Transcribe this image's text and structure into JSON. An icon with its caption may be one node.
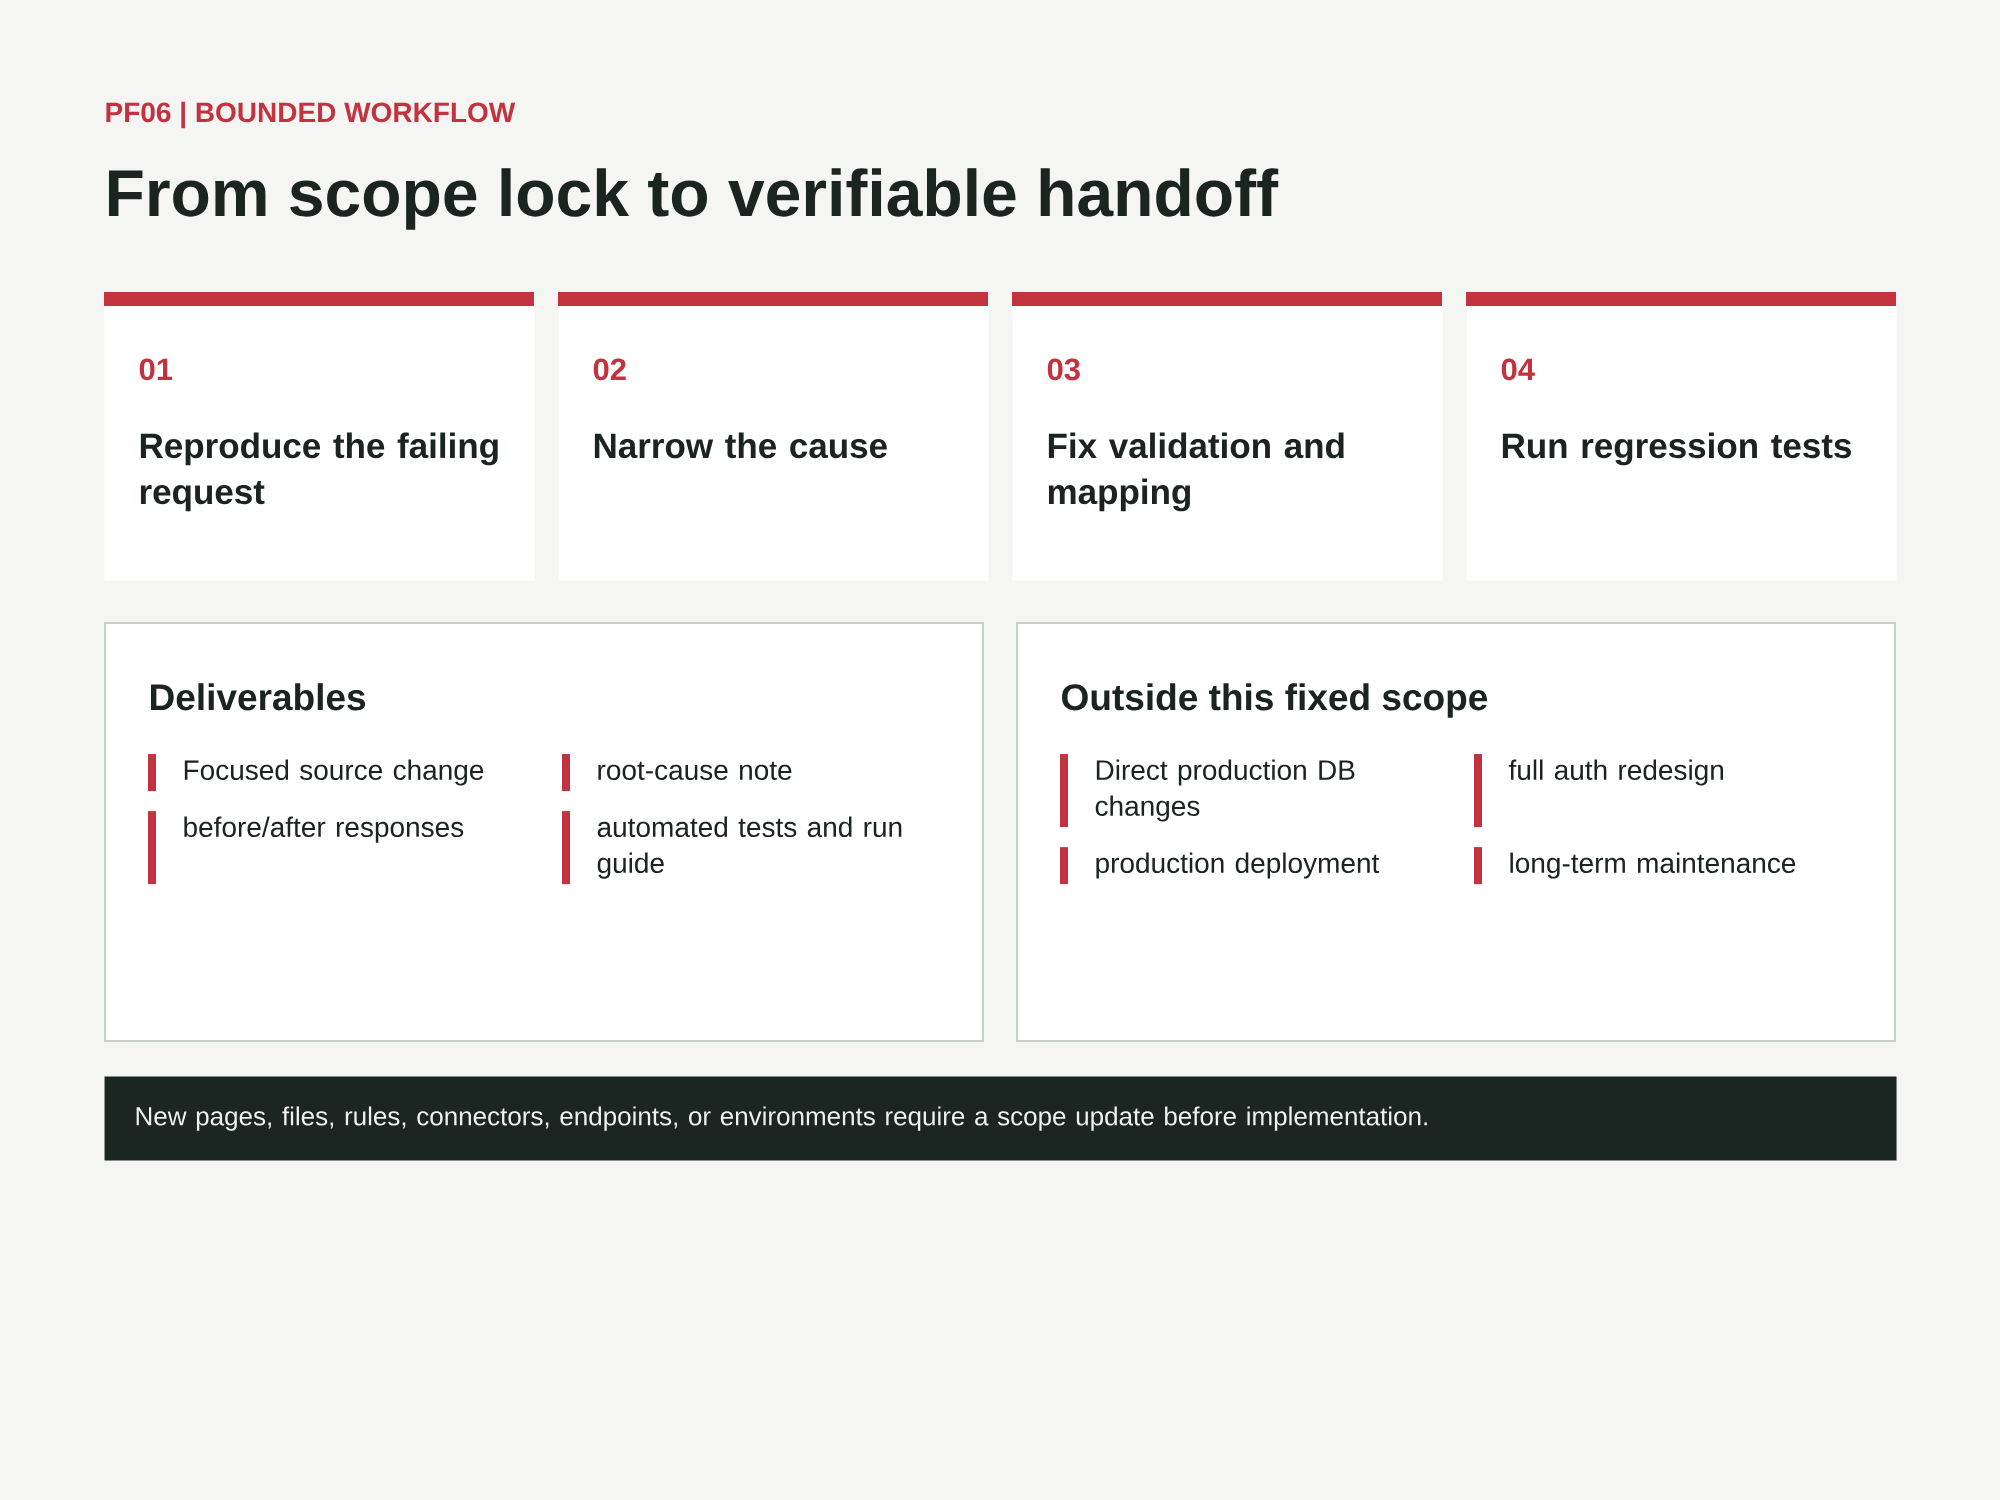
{
  "diagram": {
    "title": "From scope lock to verifiable handoff",
    "nodes": [
      {
        "text": [
          "01",
          "Reproduce the failing request"
        ]
      },
      {
        "text": [
          "02",
          "Narrow the cause"
        ]
      },
      {
        "text": [
          "03",
          "Fix validation and mapping"
        ]
      },
      {
        "text": [
          "04",
          "Run regression tests"
        ]
      },
      {
        "text": [
          "Deliverables",
          "Focused source change",
          "root-cause note",
          "before/after responses",
          "automated tests and run guide"
        ]
      },
      {
        "text": [
          "Outside this fixed scope",
          "Direct production DB changes",
          "full auth redesign",
          "production deployment",
          "long-term maintenance"
        ]
      },
      {
        "text": [
          "New pages, files, rules, connectors, endpoints, or environments require a scope update before implementation."
        ]
      }
    ],
    "labels": [
      "PF06 | BOUNDED WORKFLOW"
    ]
  }
}
